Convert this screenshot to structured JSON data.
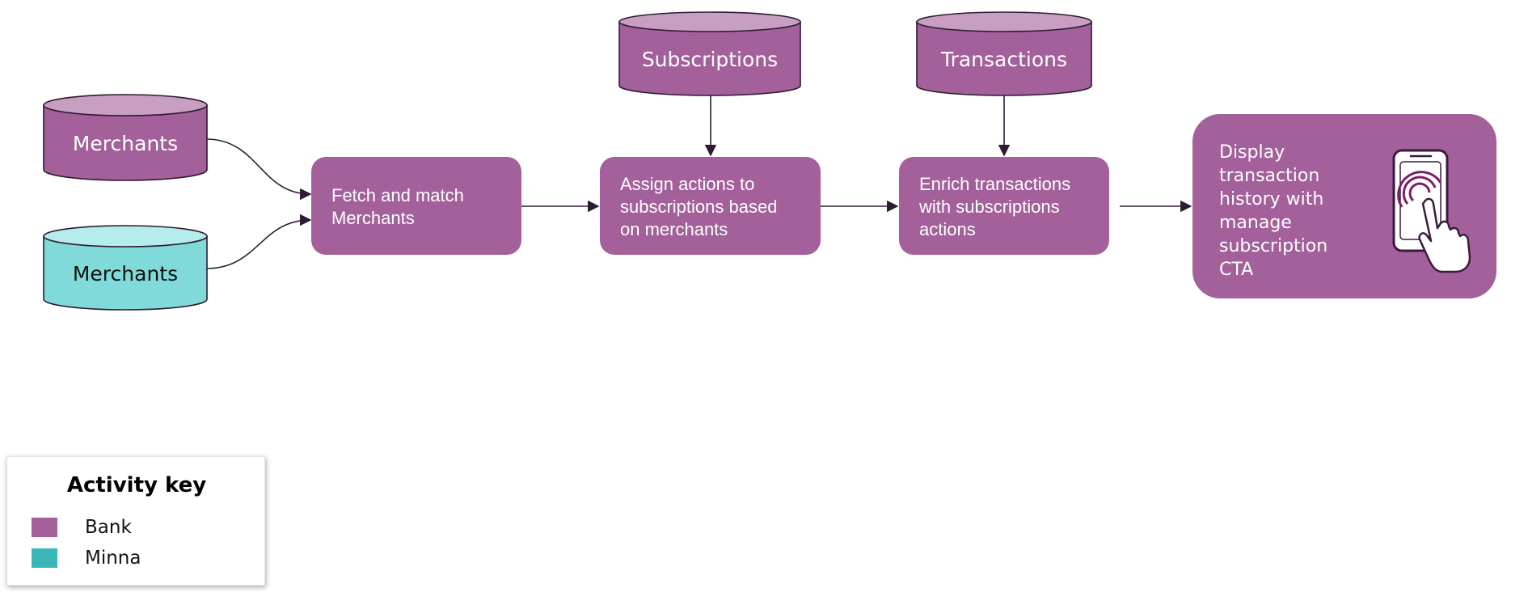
{
  "colors": {
    "bank": "#a3609a",
    "bank_top": "#c89fc2",
    "minna": "#7fdad9",
    "minna_top": "#b5ecec",
    "minna_key": "#3ab6b7",
    "stroke": "#2e1a33"
  },
  "nodes": {
    "merchants_bank": "Merchants",
    "merchants_minna": "Merchants",
    "subscriptions": "Subscriptions",
    "transactions": "Transactions",
    "fetch": [
      "Fetch and match",
      "Merchants"
    ],
    "assign": [
      "Assign actions to",
      "subscriptions based",
      "on merchants"
    ],
    "enrich": [
      "Enrich transactions",
      "with subscriptions",
      "actions"
    ],
    "display": [
      "Display",
      "transaction",
      "history with",
      "manage",
      "subscription",
      "CTA"
    ]
  },
  "icons": {
    "display": "phone-tap-icon"
  },
  "key": {
    "title": "Activity key",
    "items": [
      {
        "label": "Bank",
        "color": "#a3609a"
      },
      {
        "label": "Minna",
        "color": "#3ab6b7"
      }
    ]
  }
}
